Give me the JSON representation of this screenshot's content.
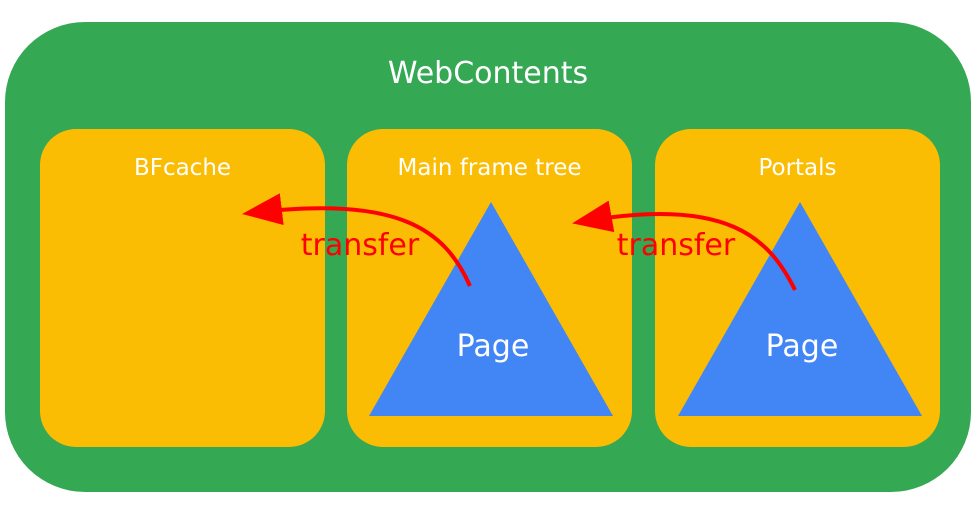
{
  "diagram": {
    "container_label": "WebContents",
    "boxes": [
      {
        "id": "bfcache",
        "label": "BFcache"
      },
      {
        "id": "main-frame-tree",
        "label": "Main frame tree",
        "page_label": "Page"
      },
      {
        "id": "portals",
        "label": "Portals",
        "page_label": "Page"
      }
    ],
    "arrows": [
      {
        "from": "main-frame-tree",
        "to": "bfcache",
        "label": "transfer"
      },
      {
        "from": "portals",
        "to": "main-frame-tree",
        "label": "transfer"
      }
    ]
  },
  "colors": {
    "container": "#34A853",
    "box": "#FBBC04",
    "page": "#4285F4",
    "arrow": "#FF0000",
    "text": "#FFFFFF"
  }
}
